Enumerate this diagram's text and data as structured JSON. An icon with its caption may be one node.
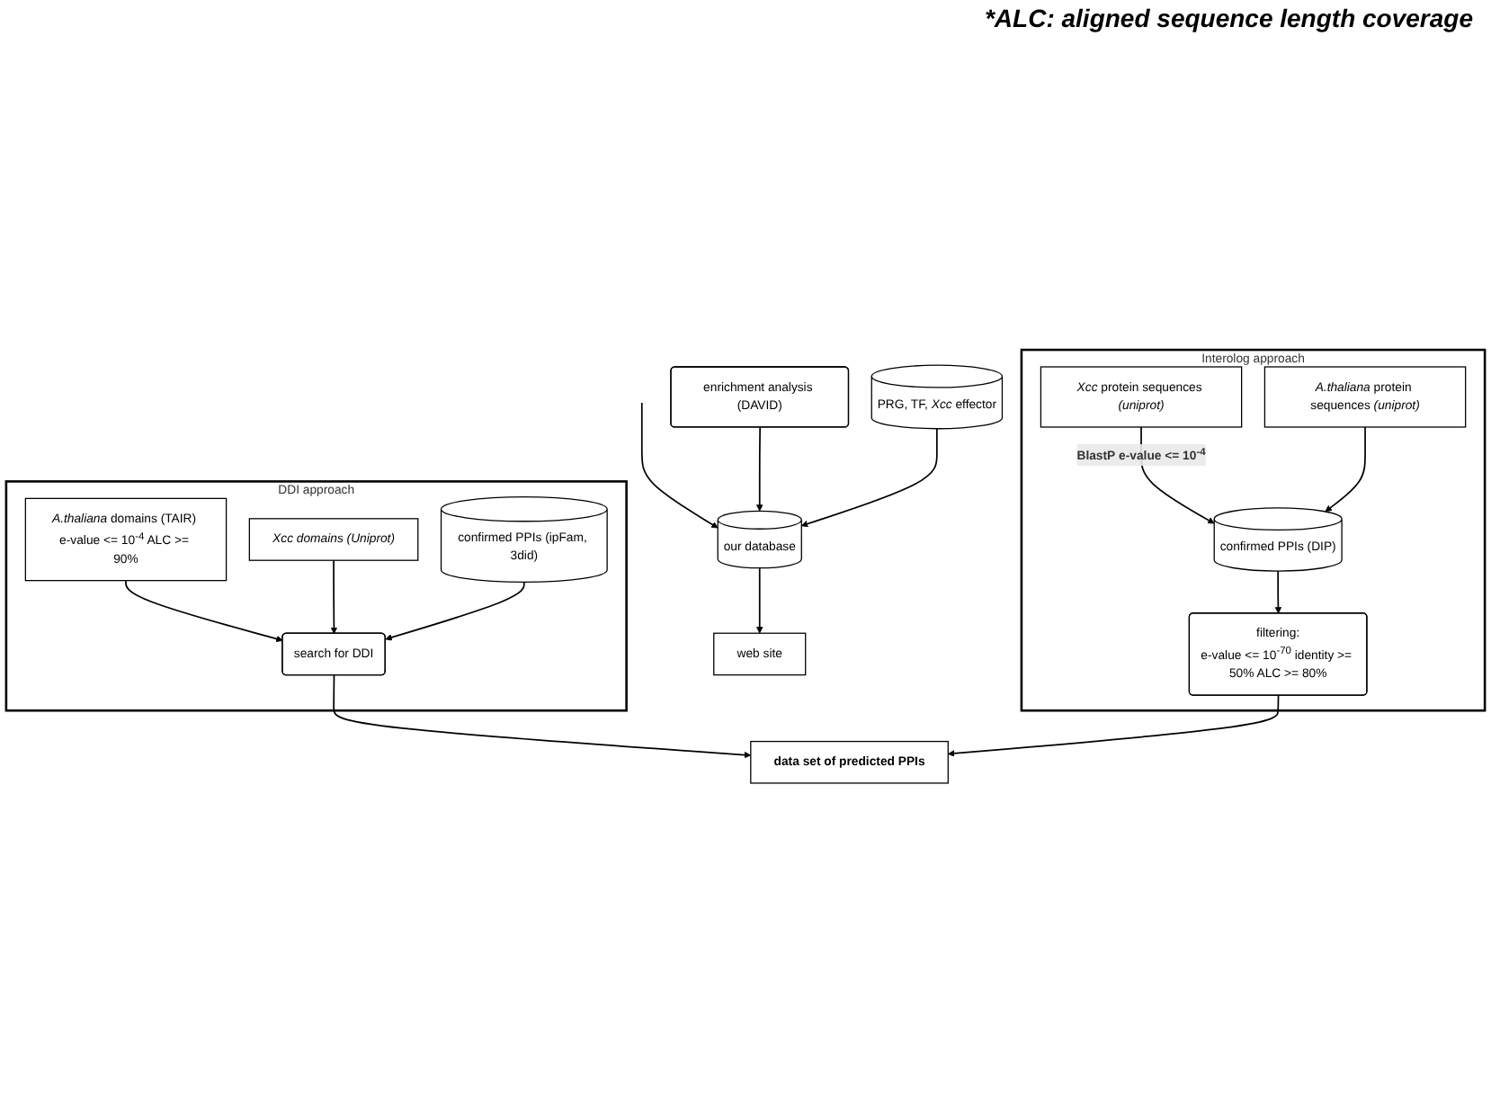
{
  "diagram": {
    "nodes": [
      {
        "text": [
          "DDI approach"
        ]
      },
      {
        "text": [
          "*A.thaliana* domains (TAIR) e-value <= 10$^{-4}$ ALC >= 90%"
        ],
        "in": 0
      },
      {
        "text": [
          "Xcc domains (Uniprot)"
        ],
        "in": 0
      },
      {
        "text": [
          "confirmed PPIs (ipFam, 3did)"
        ],
        "in": 0
      },
      {
        "text": [
          "search for DDI"
        ],
        "in": 0
      },
      {
        "text": [
          "Interolog approach"
        ]
      },
      {
        "text": [
          "*Xcc* protein sequences *(uniprot)*"
        ],
        "in": 5
      },
      {
        "text": [
          "*A.thaliana* protein sequences *(uniprot)*"
        ],
        "in": 5
      },
      {
        "text": [
          "confirmed PPIs (DIP)"
        ],
        "in": 5
      },
      {
        "text": [
          "filtering:",
          "e-value <= 10$^{-70}$ identity >= 50% ALC >= 80%"
        ],
        "in": 5
      },
      {
        "text": [
          "data set of predicted PPIs"
        ]
      },
      {
        "text": [
          "enrichment analysis (DAVID)"
        ]
      },
      {
        "text": [
          "PRG, TF, *Xcc* effector"
        ]
      },
      {
        "text": [
          "our database"
        ]
      },
      {
        "text": [
          "web site"
        ]
      }
    ],
    "edges": [
      {
        "from": 1,
        "to": 4,
        "arrow": "to"
      },
      {
        "from": 2,
        "to": 4,
        "arrow": "to"
      },
      {
        "from": 3,
        "to": 4,
        "arrow": "to"
      },
      {
        "from": 6,
        "to": 8,
        "arrow": "to",
        "label": "**BlastP** **e-value <= 10$^{-4}$**"
      },
      {
        "from": 7,
        "to": 8,
        "arrow": "to"
      },
      {
        "from": 8,
        "to": 9,
        "arrow": "to"
      },
      {
        "from": 4,
        "to": 10,
        "arrow": "to"
      },
      {
        "from": 9,
        "to": 10,
        "arrow": "to"
      },
      {
        "from": null,
        "to": 13,
        "arrow": "to"
      },
      {
        "from": 11,
        "to": 13,
        "arrow": "to"
      },
      {
        "from": 12,
        "to": 13,
        "arrow": "to"
      },
      {
        "from": 13,
        "to": 14,
        "arrow": "to"
      }
    ],
    "labels": [
      "*ALC: aligned sequence length coverage"
    ]
  }
}
